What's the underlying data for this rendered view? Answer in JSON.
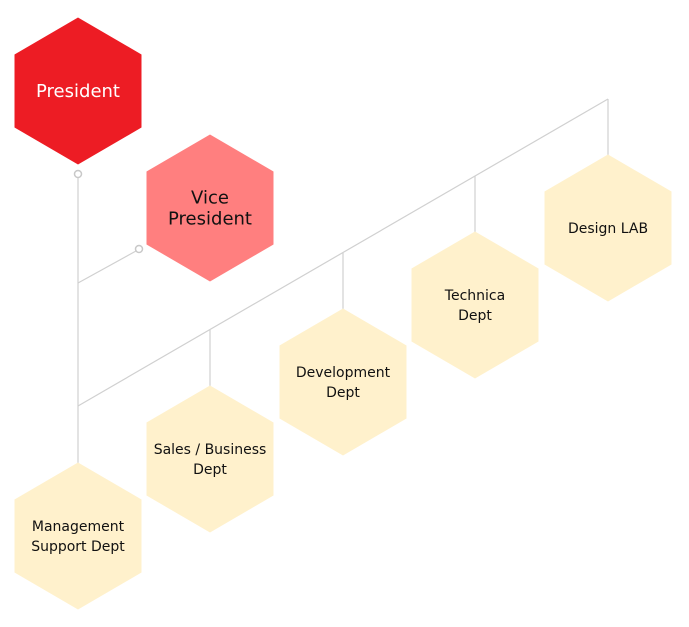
{
  "colors": {
    "president": "#ED1C24",
    "vice_president": "#FF7F7F",
    "department": "#FFF1CC",
    "connector": "#D0D0D0"
  },
  "nodes": {
    "president": {
      "lines": [
        "President"
      ]
    },
    "vice_president": {
      "lines": [
        "Vice",
        "President"
      ]
    },
    "management": {
      "lines": [
        "Management",
        "Support Dept"
      ]
    },
    "sales": {
      "lines": [
        "Sales / Business",
        "Dept"
      ]
    },
    "development": {
      "lines": [
        "Development",
        "Dept"
      ]
    },
    "technical": {
      "lines": [
        "Technica",
        "Dept"
      ]
    },
    "design": {
      "lines": [
        "Design LAB"
      ]
    }
  }
}
